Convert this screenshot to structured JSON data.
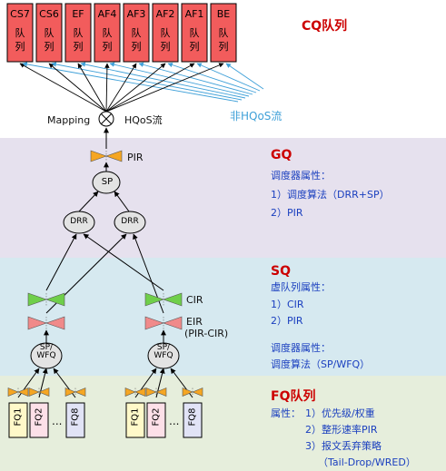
{
  "cq": {
    "title": "CQ队列",
    "queues": [
      {
        "name": "CS7",
        "sub": "队\n列"
      },
      {
        "name": "CS6",
        "sub": "队\n列"
      },
      {
        "name": "EF",
        "sub": "队\n列"
      },
      {
        "name": "AF4",
        "sub": "队\n列"
      },
      {
        "name": "AF3",
        "sub": "队\n列"
      },
      {
        "name": "AF2",
        "sub": "队\n列"
      },
      {
        "name": "AF1",
        "sub": "队\n列"
      },
      {
        "name": "BE",
        "sub": "队\n列"
      }
    ],
    "mapping_label": "Mapping",
    "hqos_label": "HQoS流",
    "non_hqos_label": "非HQoS流"
  },
  "gq": {
    "title": "GQ",
    "attr_title": "调度器属性：",
    "attr1": "1）调度算法（DRR+SP）",
    "attr2": "2）PIR",
    "pir_label": "PIR",
    "sp_label": "SP",
    "drr1_label": "DRR",
    "drr2_label": "DRR"
  },
  "sq": {
    "title": "SQ",
    "vq_title": "虚队列属性：",
    "vq1": "1）CIR",
    "vq2": "2）PIR",
    "sched_title": "调度器属性：",
    "sched1": "调度算法（SP/WFQ）",
    "cir_label": "CIR",
    "eir_label": "EIR",
    "eir_sub": "(PIR-CIR)",
    "node_label": "SP/\nWFQ"
  },
  "fq": {
    "title": "FQ队列",
    "attr_title": "属性：",
    "attr1": "1）优先级/权重",
    "attr2": "2）整形速率PIR",
    "attr3": "3）报文丢弃策略",
    "attr4": "（Tail-Drop/WRED）",
    "fq1": "FQ1",
    "fq2": "FQ2",
    "fq8": "FQ8",
    "dots": "..."
  },
  "colors": {
    "cq_bg": "#ffffff",
    "gq_bg": "#e6e1ee",
    "sq_bg": "#d6e9f0",
    "fq_bg": "#e6eedc",
    "queue_fill": "#f25c5c",
    "title_red": "#cc0000",
    "info_blue": "#1a3fbf",
    "non_hqos_blue": "#3fa0d8",
    "shaper_orange": "#f5a623",
    "shaper_green": "#6fcf4a",
    "shaper_pink": "#f08a8a",
    "fq_yellow": "#fff9c9",
    "fq_pink": "#fde0e8",
    "fq_lavender": "#e1e3f6"
  }
}
